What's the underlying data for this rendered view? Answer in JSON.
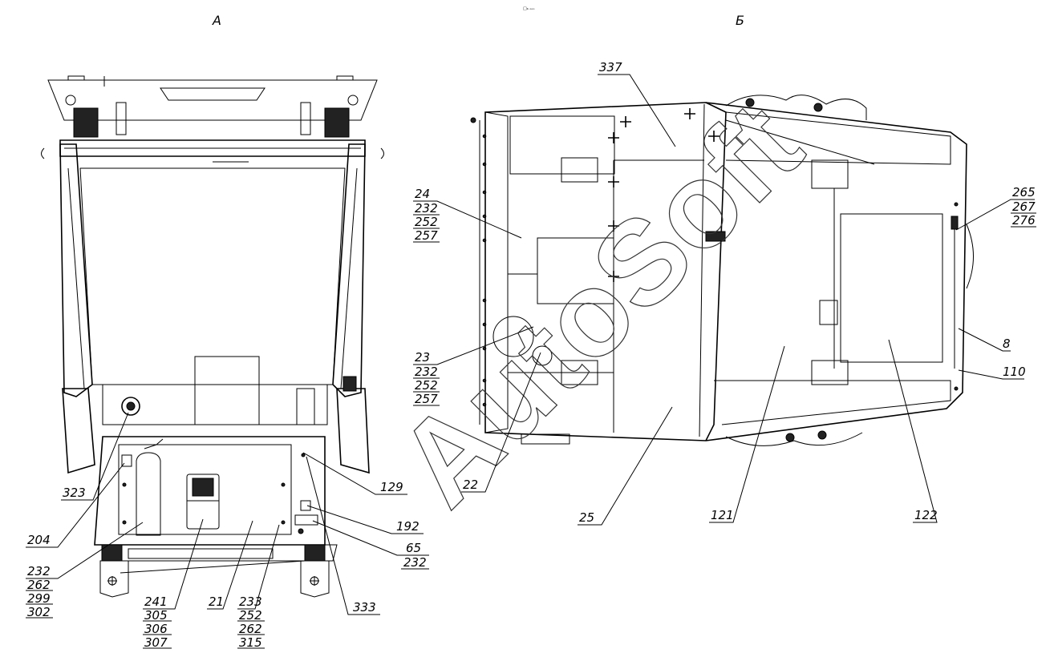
{
  "views": {
    "a": "А",
    "b": "Б"
  },
  "top_mark": "□₆ ₒₒₒ",
  "watermark": "AutoSoft",
  "callouts_a": [
    {
      "id": "c323",
      "lines": [
        "323"
      ]
    },
    {
      "id": "c204",
      "lines": [
        "204"
      ]
    },
    {
      "id": "c232a",
      "lines": [
        "232",
        "262",
        "299",
        "302"
      ]
    },
    {
      "id": "c241",
      "lines": [
        "241",
        "305",
        "306",
        "307"
      ]
    },
    {
      "id": "c21",
      "lines": [
        "21"
      ]
    },
    {
      "id": "c233",
      "lines": [
        "233",
        "252",
        "262",
        "315"
      ]
    },
    {
      "id": "c333",
      "lines": [
        "333"
      ]
    },
    {
      "id": "c129",
      "lines": [
        "129"
      ]
    },
    {
      "id": "c192",
      "lines": [
        "192"
      ]
    },
    {
      "id": "c65",
      "lines": [
        "65",
        "232"
      ]
    }
  ],
  "callouts_b": [
    {
      "id": "c337",
      "lines": [
        "337"
      ]
    },
    {
      "id": "c24",
      "lines": [
        "24",
        "232",
        "252",
        "257"
      ]
    },
    {
      "id": "c23",
      "lines": [
        "23",
        "232",
        "252",
        "257"
      ]
    },
    {
      "id": "c22",
      "lines": [
        "22"
      ]
    },
    {
      "id": "c25",
      "lines": [
        "25"
      ]
    },
    {
      "id": "c121",
      "lines": [
        "121"
      ]
    },
    {
      "id": "c122",
      "lines": [
        "122"
      ]
    },
    {
      "id": "c265",
      "lines": [
        "265",
        "267",
        "276"
      ]
    },
    {
      "id": "c8",
      "lines": [
        "8"
      ]
    },
    {
      "id": "c110",
      "lines": [
        "110"
      ]
    }
  ]
}
